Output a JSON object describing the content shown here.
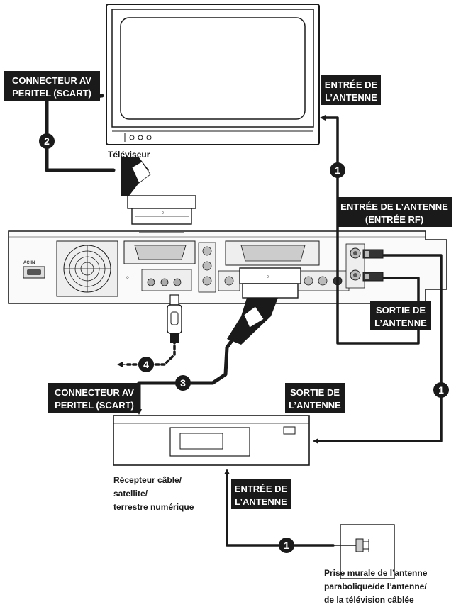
{
  "labels": {
    "scart_tv": [
      "CONNECTEUR AV",
      "PERITEL (SCART)"
    ],
    "antenna_in_tv": [
      "ENTRÉE DE",
      "L’ANTENNE"
    ],
    "tv": "Téléviseur",
    "antenna_in_rf": [
      "ENTRÉE DE L’ANTENNE",
      "(ENTRÉE RF)"
    ],
    "antenna_out_rec": [
      "SORTIE DE",
      "L’ANTENNE"
    ],
    "scart_receiver": [
      "CONNECTEUR AV",
      "PERITEL (SCART)"
    ],
    "antenna_out_receiver": [
      "SORTIE DE",
      "L’ANTENNE"
    ],
    "receiver": [
      "Récepteur câble/",
      "satellite/",
      "terrestre numérique"
    ],
    "antenna_in_receiver": [
      "ENTRÉE DE",
      "L’ANTENNE"
    ],
    "wall_socket": [
      "Prise murale de l’antenne",
      "parabolique/de l’antenne/",
      "de la télévision câblée"
    ]
  },
  "steps": {
    "s1": "1",
    "s2": "2",
    "s3": "3",
    "s4": "4"
  },
  "colors": {
    "cable": "#1a1a1a",
    "label_bg": "#1a1a1a",
    "device_outline": "#1a1a1a"
  }
}
